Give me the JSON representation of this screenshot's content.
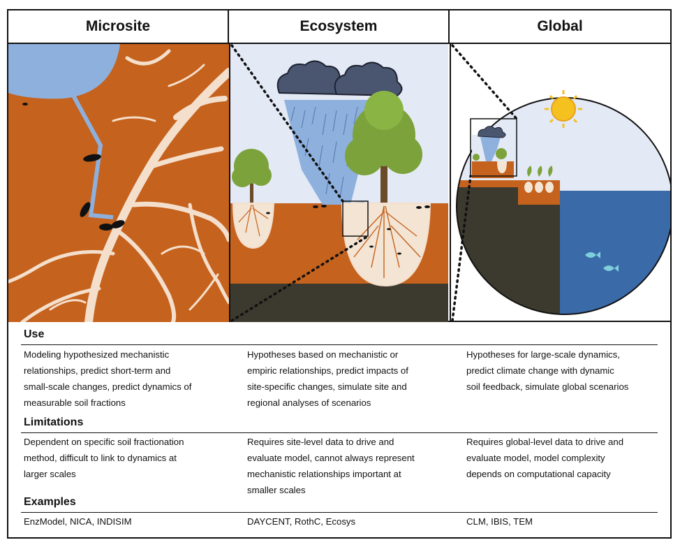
{
  "columns": [
    "Microsite",
    "Ecosystem",
    "Global"
  ],
  "sections": [
    {
      "title": "Use",
      "cells": [
        [
          "Modeling hypothesized mechanistic",
          "relationships, predict short-term and",
          "small-scale changes, predict dynamics of",
          "measurable soil fractions"
        ],
        [
          "Hypotheses based on mechanistic or",
          "empiric relationships, predict impacts of",
          "site-specific changes, simulate site and",
          "regional analyses of scenarios"
        ],
        [
          "Hypotheses for large-scale dynamics,",
          "predict climate change with dynamic",
          "soil feedback, simulate global scenarios"
        ]
      ]
    },
    {
      "title": "Limitations",
      "cells": [
        [
          "Dependent on specific soil fractionation",
          "method, difficult to link to dynamics at",
          "larger scales"
        ],
        [
          "Requires site-level data to drive and",
          "evaluate model, cannot always represent",
          "mechanistic relationships important at",
          "smaller scales"
        ],
        [
          "Requires global-level data to drive and",
          "evaluate model, model complexity",
          "depends on computational capacity"
        ]
      ]
    },
    {
      "title": "Examples",
      "cells": [
        [
          "EnzModel, NICA, INDISIM"
        ],
        [
          "DAYCENT, RothC, Ecosys"
        ],
        [
          "CLM,  IBIS, TEM"
        ]
      ]
    }
  ],
  "colors": {
    "soil": "#c5621d",
    "subsoil": "#3c3a2e",
    "water": "#8eb0dd",
    "sky": "#e3e9f5",
    "tree": "#7ca23c",
    "ocean": "#3a6aa8",
    "sun": "#f5c11f",
    "root": "#f4dfcc"
  }
}
